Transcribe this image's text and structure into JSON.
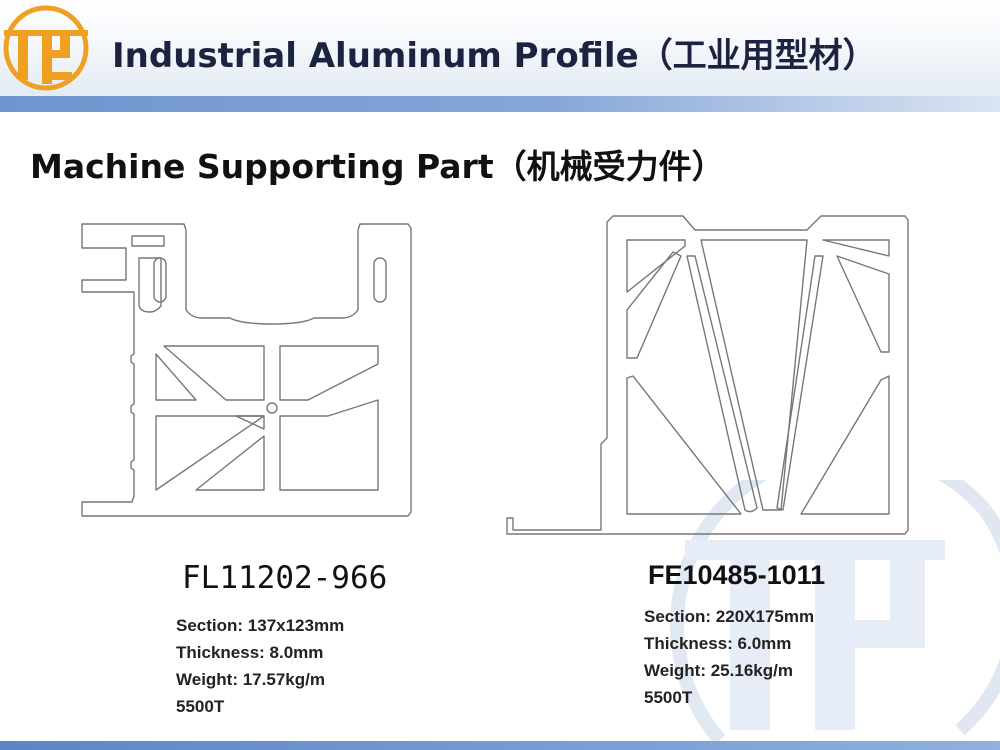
{
  "header": {
    "title": "Industrial Aluminum Profile（工业用型材）",
    "logo_icon": "company-logo-icon"
  },
  "section": {
    "title": "Machine Supporting Part（机械受力件）"
  },
  "products": [
    {
      "code": "FL11202-966",
      "specs": [
        "Section: 137x123mm",
        "Thickness: 8.0mm",
        "Weight: 17.57kg/m",
        "5500T"
      ]
    },
    {
      "code": "FE10485-1011",
      "specs": [
        "Section: 220X175mm",
        "Thickness: 6.0mm",
        "Weight: 25.16kg/m",
        "5500T"
      ]
    }
  ],
  "colors": {
    "accent": "#6f95cf",
    "logo_orange": "#f0a020",
    "text": "#111111"
  }
}
